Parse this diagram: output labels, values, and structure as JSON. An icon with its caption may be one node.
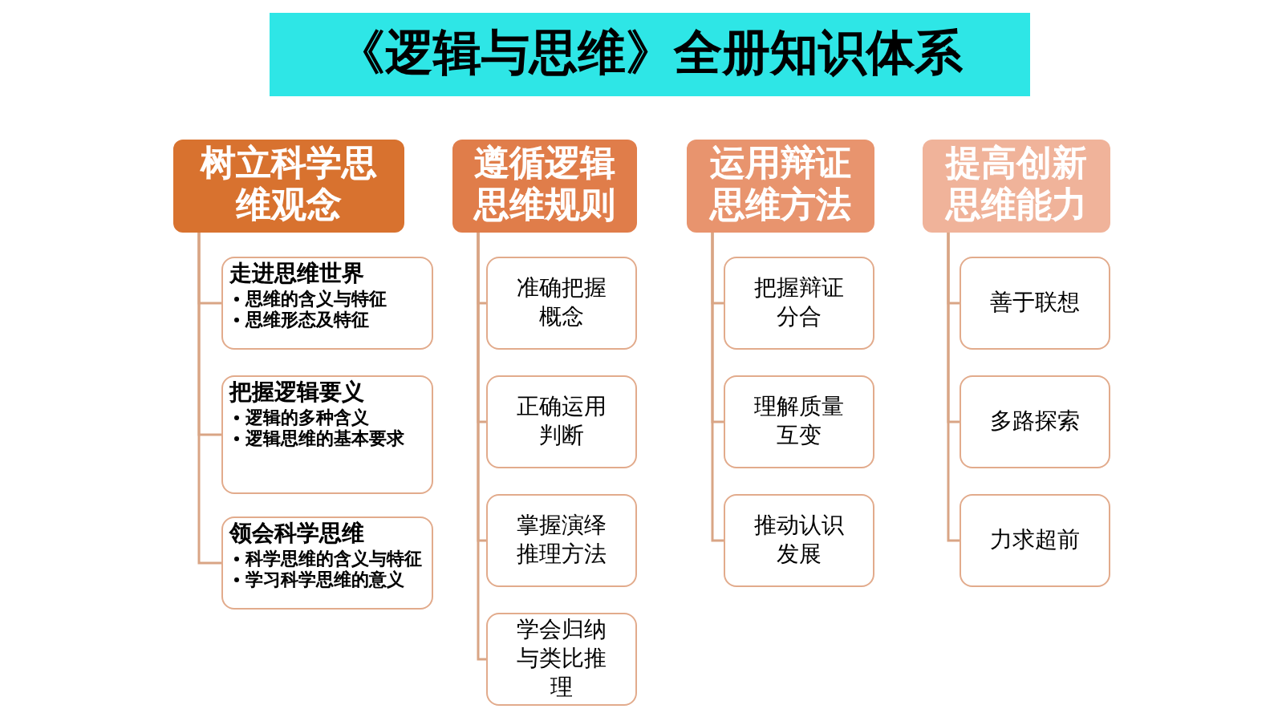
{
  "diagram": {
    "title": "《逻辑与思维》全册知识体系",
    "nodes": [
      {
        "text": [
          "树立科学思维观念"
        ]
      },
      {
        "text": [
          "走进思维世界",
          "思维的含义与特征",
          "思维形态及特征"
        ]
      },
      {
        "text": [
          "把握逻辑要义",
          "逻辑的多种含义",
          "逻辑思维的基本要求"
        ]
      },
      {
        "text": [
          "领会科学思维",
          "科学思维的含义与特征",
          "学习科学思维的意义"
        ]
      },
      {
        "text": [
          "遵循逻辑思维规则"
        ]
      },
      {
        "text": [
          "准确把握概念"
        ]
      },
      {
        "text": [
          "正确运用判断"
        ]
      },
      {
        "text": [
          "掌握演绎推理方法"
        ]
      },
      {
        "text": [
          "学会归纳与类比推理"
        ]
      },
      {
        "text": [
          "运用辩证思维方法"
        ]
      },
      {
        "text": [
          "把握辩证分合"
        ]
      },
      {
        "text": [
          "理解质量互变"
        ]
      },
      {
        "text": [
          "推动认识发展"
        ]
      },
      {
        "text": [
          "提高创新思维能力"
        ]
      },
      {
        "text": [
          "善于联想"
        ]
      },
      {
        "text": [
          "多路探索"
        ]
      },
      {
        "text": [
          "力求超前"
        ]
      }
    ],
    "edges": [
      {
        "from": 0,
        "to": 1,
        "arrow": "none"
      },
      {
        "from": 0,
        "to": 2,
        "arrow": "none"
      },
      {
        "from": 0,
        "to": 3,
        "arrow": "none"
      },
      {
        "from": 4,
        "to": 5,
        "arrow": "none"
      },
      {
        "from": 4,
        "to": 6,
        "arrow": "none"
      },
      {
        "from": 4,
        "to": 7,
        "arrow": "none"
      },
      {
        "from": 4,
        "to": 8,
        "arrow": "none"
      },
      {
        "from": 9,
        "to": 10,
        "arrow": "none"
      },
      {
        "from": 9,
        "to": 11,
        "arrow": "none"
      },
      {
        "from": 9,
        "to": 12,
        "arrow": "none"
      },
      {
        "from": 13,
        "to": 14,
        "arrow": "none"
      },
      {
        "from": 13,
        "to": 15,
        "arrow": "none"
      },
      {
        "from": 13,
        "to": 16,
        "arrow": "none"
      }
    ]
  }
}
